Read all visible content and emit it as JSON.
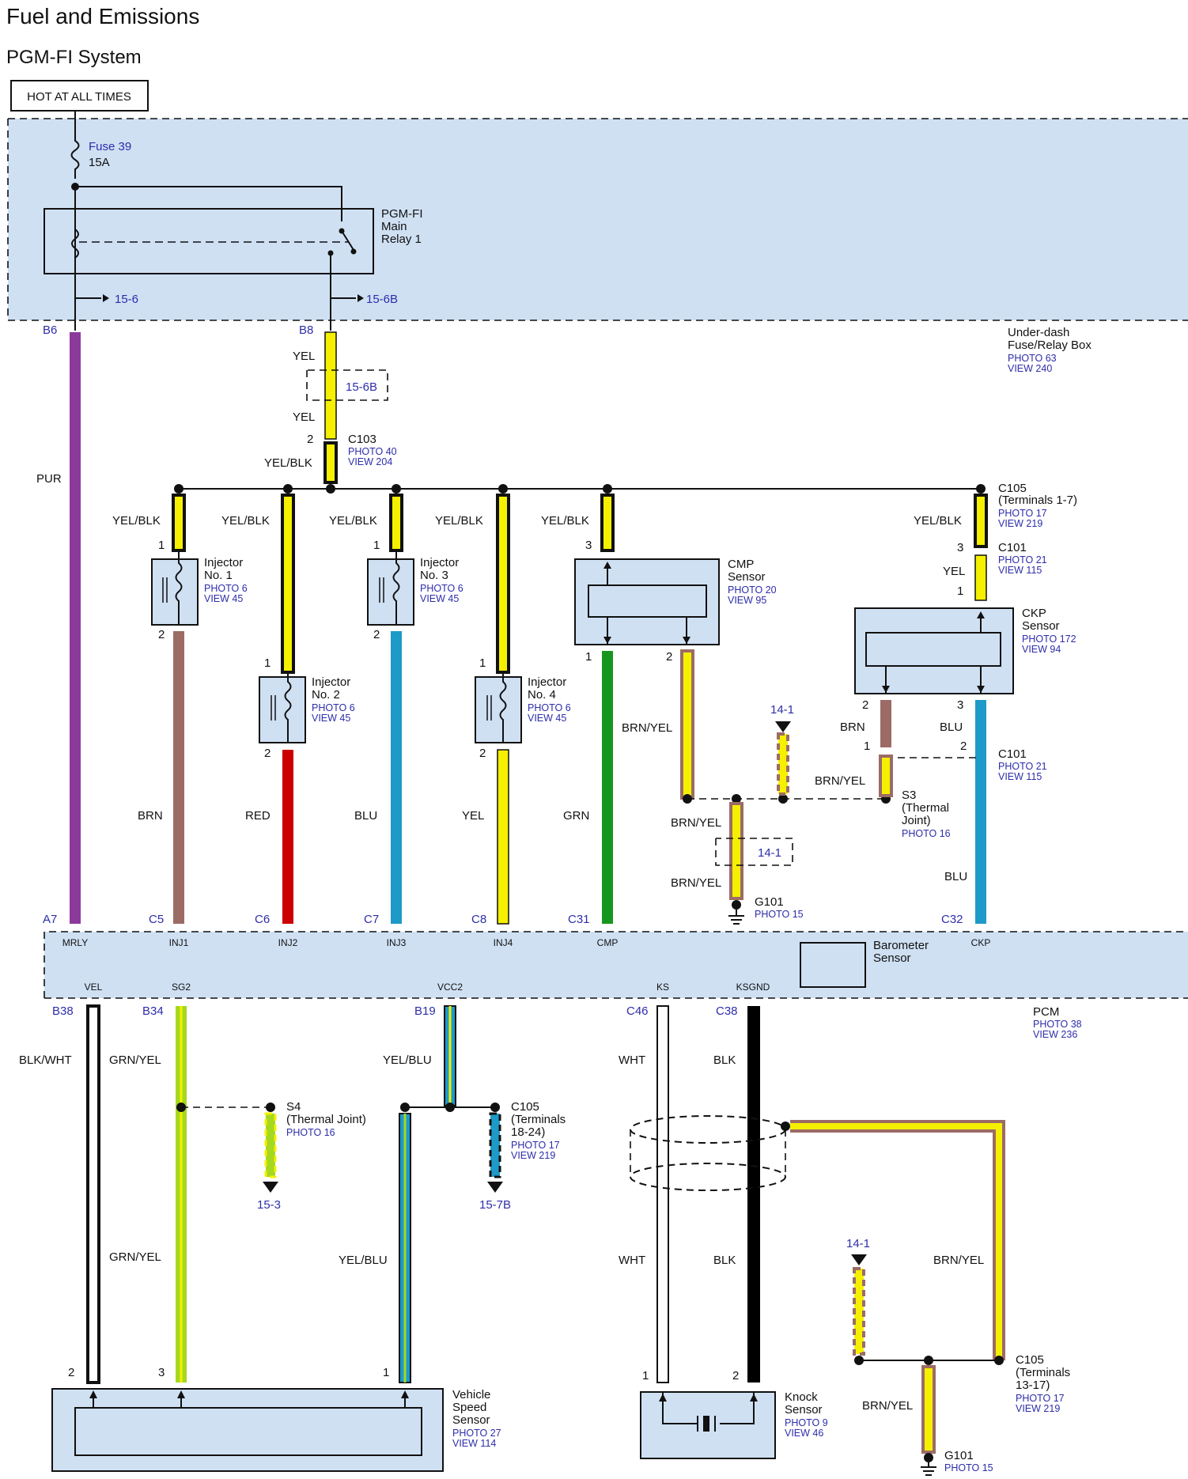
{
  "title": "Fuel and Emissions",
  "subtitle": "PGM-FI System",
  "hot_label": "HOT AT ALL TIMES",
  "fuse": {
    "name": "Fuse 39",
    "rating": "15A"
  },
  "relay": {
    "lines": [
      "PGM-FI",
      "Main",
      "Relay 1"
    ]
  },
  "refs": {
    "r15_6": "15-6",
    "r15_6b": "15-6B",
    "r15_6b_box": "15-6B",
    "r14_1a": "14-1",
    "r14_1b": "14-1",
    "r14_1c": "14-1",
    "r15_3": "15-3",
    "r15_7b": "15-7B"
  },
  "underdash": {
    "lines": [
      "Under-dash",
      "Fuse/Relay Box"
    ],
    "photo": "PHOTO 63",
    "view": "VIEW 240"
  },
  "pins_top": {
    "b6": "B6",
    "b8": "B8",
    "a7": "A7",
    "c5": "C5",
    "c6": "C6",
    "c7": "C7",
    "c8": "C8",
    "c31": "C31",
    "c32": "C32"
  },
  "pins_bottom": {
    "b38": "B38",
    "b34": "B34",
    "b19": "B19",
    "c46": "C46",
    "c38": "C38"
  },
  "wires": {
    "pur": "PUR",
    "yel_top": "YEL",
    "yel_mid": "YEL",
    "yelblk_c103": "YEL/BLK",
    "yelblk_1": "YEL/BLK",
    "yelblk_2": "YEL/BLK",
    "yelblk_3": "YEL/BLK",
    "yelblk_4": "YEL/BLK",
    "yelblk_cmp": "YEL/BLK",
    "yelblk_ckp": "YEL/BLK",
    "yel_ckp": "YEL",
    "brn_inj1": "BRN",
    "red_inj2": "RED",
    "blu_inj3": "BLU",
    "yel_inj4": "YEL",
    "grn_cmp": "GRN",
    "brnyel_cmp": "BRN/YEL",
    "brn_ckp": "BRN",
    "blu_ckp": "BLU",
    "blu_ckp2": "BLU",
    "brnyel_s3": "BRN/YEL",
    "brnyel_j1": "BRN/YEL",
    "brnyel_j2": "BRN/YEL",
    "blkwht_top": "BLK/WHT",
    "grnyel_top": "GRN/YEL",
    "grnyel_low": "GRN/YEL",
    "yelblu_top": "YEL/BLU",
    "yelblu_low": "YEL/BLU",
    "wht_top": "WHT",
    "wht_low": "WHT",
    "blk_top": "BLK",
    "blk_low": "BLK",
    "brnyel_knock": "BRN/YEL",
    "brnyel_g101b": "BRN/YEL"
  },
  "connectors": {
    "c103": {
      "name": "C103",
      "photo": "PHOTO 40",
      "view": "VIEW 204",
      "pin": "2"
    },
    "c105_top": {
      "name": "C105",
      "sub": "(Terminals 1-7)",
      "photo": "PHOTO 17",
      "view": "VIEW 219"
    },
    "c101_top": {
      "name": "C101",
      "photo": "PHOTO 21",
      "view": "VIEW 115",
      "pin_a": "3",
      "pin_b": "1"
    },
    "c101_mid": {
      "name": "C101",
      "photo": "PHOTO 21",
      "view": "VIEW 115",
      "pin_a": "1",
      "pin_b": "2"
    },
    "c105_mid": {
      "name": "C105",
      "lines": [
        "(Terminals",
        "18-24)"
      ],
      "photo": "PHOTO 17",
      "view": "VIEW 219"
    },
    "c105_low": {
      "name": "C105",
      "lines": [
        "(Terminals",
        "13-17)"
      ],
      "photo": "PHOTO 17",
      "view": "VIEW 219"
    }
  },
  "injectors": [
    {
      "lines": [
        "Injector",
        "No. 1"
      ],
      "photo": "PHOTO 6",
      "view": "VIEW 45",
      "pin_top": "1",
      "pin_bot": "2"
    },
    {
      "lines": [
        "Injector",
        "No. 2"
      ],
      "photo": "PHOTO 6",
      "view": "VIEW 45",
      "pin_top": "1",
      "pin_bot": "2"
    },
    {
      "lines": [
        "Injector",
        "No. 3"
      ],
      "photo": "PHOTO 6",
      "view": "VIEW 45",
      "pin_top": "1",
      "pin_bot": "2"
    },
    {
      "lines": [
        "Injector",
        "No. 4"
      ],
      "photo": "PHOTO 6",
      "view": "VIEW 45",
      "pin_top": "1",
      "pin_bot": "2"
    }
  ],
  "cmp": {
    "lines": [
      "CMP",
      "Sensor"
    ],
    "photo": "PHOTO 20",
    "view": "VIEW 95",
    "pin_top": "3",
    "pin_1": "1",
    "pin_2": "2"
  },
  "ckp": {
    "lines": [
      "CKP",
      "Sensor"
    ],
    "photo": "PHOTO 172",
    "view": "VIEW 94",
    "pin_2": "2",
    "pin_3": "3"
  },
  "s3": {
    "lines": [
      "S3",
      "(Thermal",
      "Joint)"
    ],
    "photo": "PHOTO 16"
  },
  "s4": {
    "lines": [
      "S4",
      "(Thermal Joint)"
    ],
    "photo": "PHOTO 16"
  },
  "g101_top": {
    "name": "G101",
    "photo": "PHOTO 15"
  },
  "g101_bot": {
    "name": "G101",
    "photo": "PHOTO 15"
  },
  "pcm": {
    "terms_top": {
      "mrly": "MRLY",
      "inj1": "INJ1",
      "inj2": "INJ2",
      "inj3": "INJ3",
      "inj4": "INJ4",
      "cmp": "CMP",
      "ckp": "CKP"
    },
    "terms_bottom": {
      "vel": "VEL",
      "sg2": "SG2",
      "vcc2": "VCC2",
      "ks": "KS",
      "ksgnd": "KSGND"
    },
    "baro": [
      "Barometer",
      "Sensor"
    ],
    "name": "PCM",
    "photo": "PHOTO 38",
    "view": "VIEW 236"
  },
  "vss": {
    "lines": [
      "Vehicle",
      "Speed",
      "Sensor"
    ],
    "photo": "PHOTO 27",
    "view": "VIEW 114",
    "pin_2": "2",
    "pin_3": "3",
    "pin_1": "1"
  },
  "knock": {
    "lines": [
      "Knock",
      "Sensor"
    ],
    "photo": "PHOTO 9",
    "view": "VIEW 46",
    "pin_1": "1",
    "pin_2": "2"
  },
  "colors": {
    "pur": "#8b3a9c",
    "yel": "#f5f000",
    "brn": "#9c6b66",
    "red": "#cc0000",
    "blu": "#1e9ac8",
    "grn": "#16961e",
    "lightgrn": "#a6d81f",
    "blk": "#000000",
    "blue_fill": "#cfe0f3",
    "ref_blue": "#2d2dab"
  }
}
